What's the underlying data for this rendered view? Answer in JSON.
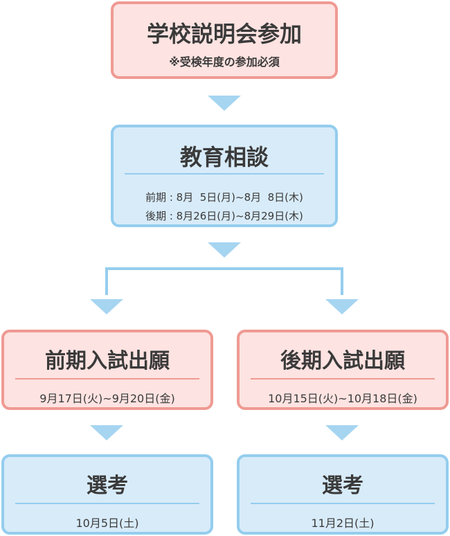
{
  "seminar": {
    "title": "学校説明会参加",
    "note": "※受検年度の参加必須"
  },
  "consultation": {
    "title": "教育相談",
    "first": "前期 : 8月  5日(月)~8月  8日(木)",
    "second": "後期 : 8月26日(月)~8月29日(木)"
  },
  "early_application": {
    "title": "前期入試出願",
    "period": "9月17日(火)~9月20日(金)"
  },
  "late_application": {
    "title": "後期入試出願",
    "period": "10月15日(火)~10月18日(金)"
  },
  "early_selection": {
    "title": "選考",
    "date": "10月5日(土)"
  },
  "late_selection": {
    "title": "選考",
    "date": "11月2日(土)"
  },
  "colors": {
    "pink_fill": "#fde3e1",
    "pink_border": "#ef9a93",
    "blue_fill": "#d8ebf9",
    "blue_border": "#94cdee",
    "arrow": "#a6d5f1"
  }
}
